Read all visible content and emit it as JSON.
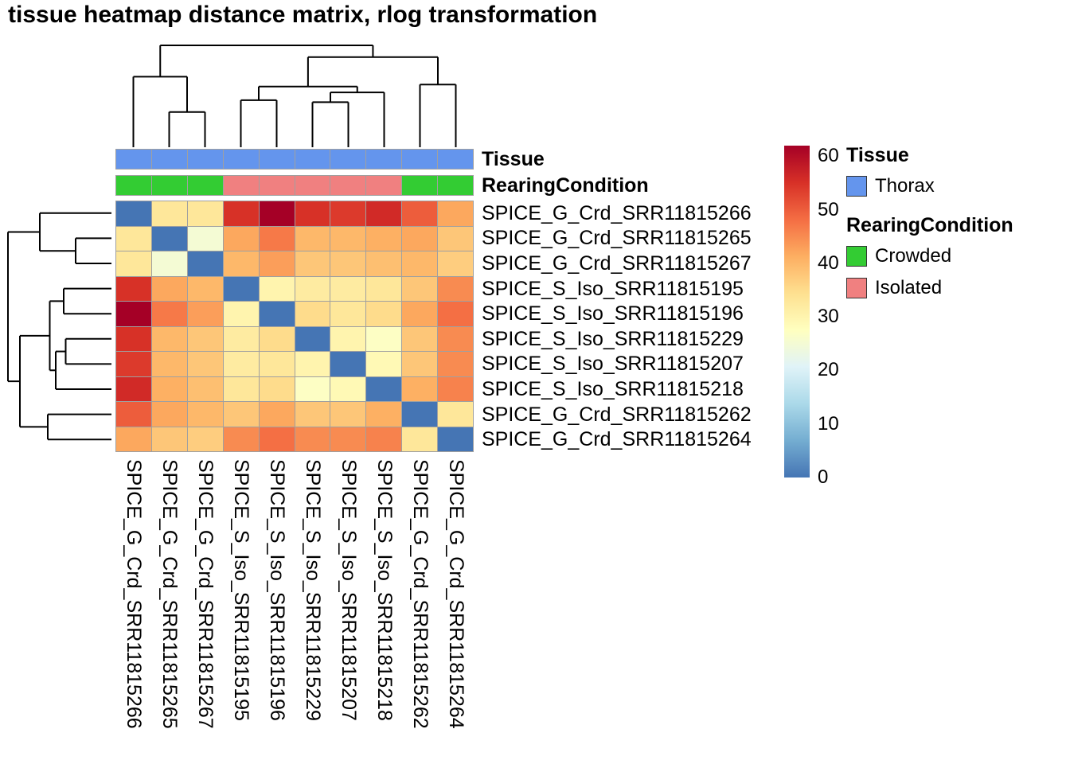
{
  "title": "tissue heatmap distance matrix, rlog transformation",
  "chart_data": {
    "type": "heatmap",
    "title": "tissue heatmap distance matrix, rlog transformation",
    "labels": [
      "SPICE_G_Crd_SRR11815266",
      "SPICE_G_Crd_SRR11815265",
      "SPICE_G_Crd_SRR11815267",
      "SPICE_S_Iso_SRR11815195",
      "SPICE_S_Iso_SRR11815196",
      "SPICE_S_Iso_SRR11815229",
      "SPICE_S_Iso_SRR11815207",
      "SPICE_S_Iso_SRR11815218",
      "SPICE_G_Crd_SRR11815262",
      "SPICE_G_Crd_SRR11815264"
    ],
    "matrix": [
      [
        0,
        33,
        33,
        55,
        62,
        55,
        54,
        56,
        50,
        42
      ],
      [
        33,
        0,
        25,
        42,
        47,
        40,
        40,
        41,
        42,
        38
      ],
      [
        33,
        25,
        0,
        40,
        43,
        38,
        38,
        39,
        40,
        37
      ],
      [
        55,
        42,
        40,
        0,
        30,
        32,
        32,
        33,
        38,
        45
      ],
      [
        62,
        47,
        43,
        30,
        0,
        35,
        33,
        35,
        42,
        48
      ],
      [
        55,
        40,
        38,
        32,
        35,
        0,
        30,
        27,
        38,
        45
      ],
      [
        54,
        40,
        38,
        32,
        33,
        30,
        0,
        29,
        38,
        45
      ],
      [
        56,
        41,
        39,
        33,
        35,
        27,
        29,
        0,
        41,
        46
      ],
      [
        50,
        42,
        40,
        38,
        42,
        38,
        38,
        41,
        0,
        33
      ],
      [
        42,
        38,
        37,
        45,
        48,
        45,
        45,
        46,
        33,
        0
      ]
    ],
    "value_domain": [
      0,
      62
    ],
    "colorbar_ticks": [
      0,
      10,
      20,
      30,
      40,
      50,
      60
    ],
    "color_stops": [
      "#4575B4",
      "#74ADD1",
      "#ABD9E9",
      "#E0F3F8",
      "#FFFFBF",
      "#FEE090",
      "#FDAE61",
      "#F46D43",
      "#D73027",
      "#A50026"
    ],
    "annotations": {
      "tissue": {
        "label": "Tissue",
        "values": [
          "Thorax",
          "Thorax",
          "Thorax",
          "Thorax",
          "Thorax",
          "Thorax",
          "Thorax",
          "Thorax",
          "Thorax",
          "Thorax"
        ]
      },
      "rearing": {
        "label": "RearingCondition",
        "values": [
          "Crowded",
          "Crowded",
          "Crowded",
          "Isolated",
          "Isolated",
          "Isolated",
          "Isolated",
          "Isolated",
          "Crowded",
          "Crowded"
        ]
      }
    },
    "annotation_colors": {
      "Thorax": "#6495ED",
      "Crowded": "#33CC33",
      "Isolated": "#F08080"
    },
    "col_dendrogram": {
      "merges": [
        [
          1,
          2,
          18
        ],
        [
          0,
          10,
          36
        ],
        [
          3,
          4,
          24
        ],
        [
          5,
          6,
          23
        ],
        [
          13,
          7,
          28
        ],
        [
          12,
          14,
          31
        ],
        [
          8,
          9,
          32
        ],
        [
          15,
          16,
          46
        ],
        [
          11,
          17,
          52
        ]
      ]
    }
  },
  "legend": {
    "tissue_title": "Tissue",
    "tissue_items": [
      {
        "label": "Thorax",
        "color": "#6495ED"
      }
    ],
    "rearing_title": "RearingCondition",
    "rearing_items": [
      {
        "label": "Crowded",
        "color": "#33CC33"
      },
      {
        "label": "Isolated",
        "color": "#F08080"
      }
    ]
  }
}
